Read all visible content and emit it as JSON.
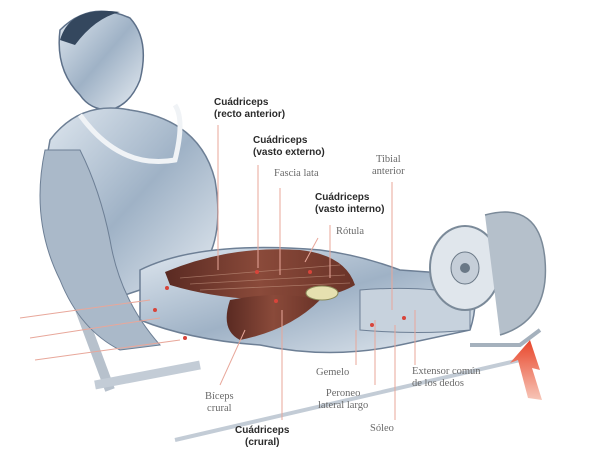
{
  "figure": {
    "subject": "Leg extension exercise – muscles worked",
    "colors": {
      "muscle": "#7a3a2c",
      "skin": "#b9c7d6",
      "leader_line": "#e8a79a",
      "arrow": "#e8593a"
    }
  },
  "labels": [
    {
      "id": "recto",
      "line1": "Cuádriceps",
      "line2": "(recto anterior)",
      "bold": true
    },
    {
      "id": "vasto_ext",
      "line1": "Cuádriceps",
      "line2": "(vasto externo)",
      "bold": true
    },
    {
      "id": "fascia",
      "line1": "Fascia lata",
      "bold": false
    },
    {
      "id": "tibial",
      "line1": "Tibial",
      "line2": "anterior",
      "bold": false
    },
    {
      "id": "vasto_int",
      "line1": "Cuádriceps",
      "line2": "(vasto interno)",
      "bold": true
    },
    {
      "id": "rotula",
      "line1": "Rótula",
      "bold": false
    },
    {
      "id": "gemelo",
      "line1": "Gemelo",
      "bold": false
    },
    {
      "id": "extensor",
      "line1": "Extensor común",
      "line2": "de los dedos",
      "bold": false
    },
    {
      "id": "peroneo",
      "line1": "Peroneo",
      "line2": "lateral largo",
      "bold": false
    },
    {
      "id": "soleo",
      "line1": "Sóleo",
      "bold": false
    },
    {
      "id": "biceps",
      "line1": "Bíceps",
      "line2": "crural",
      "bold": false
    },
    {
      "id": "crural",
      "line1": "Cuádriceps",
      "line2": "(crural)",
      "bold": true
    }
  ]
}
